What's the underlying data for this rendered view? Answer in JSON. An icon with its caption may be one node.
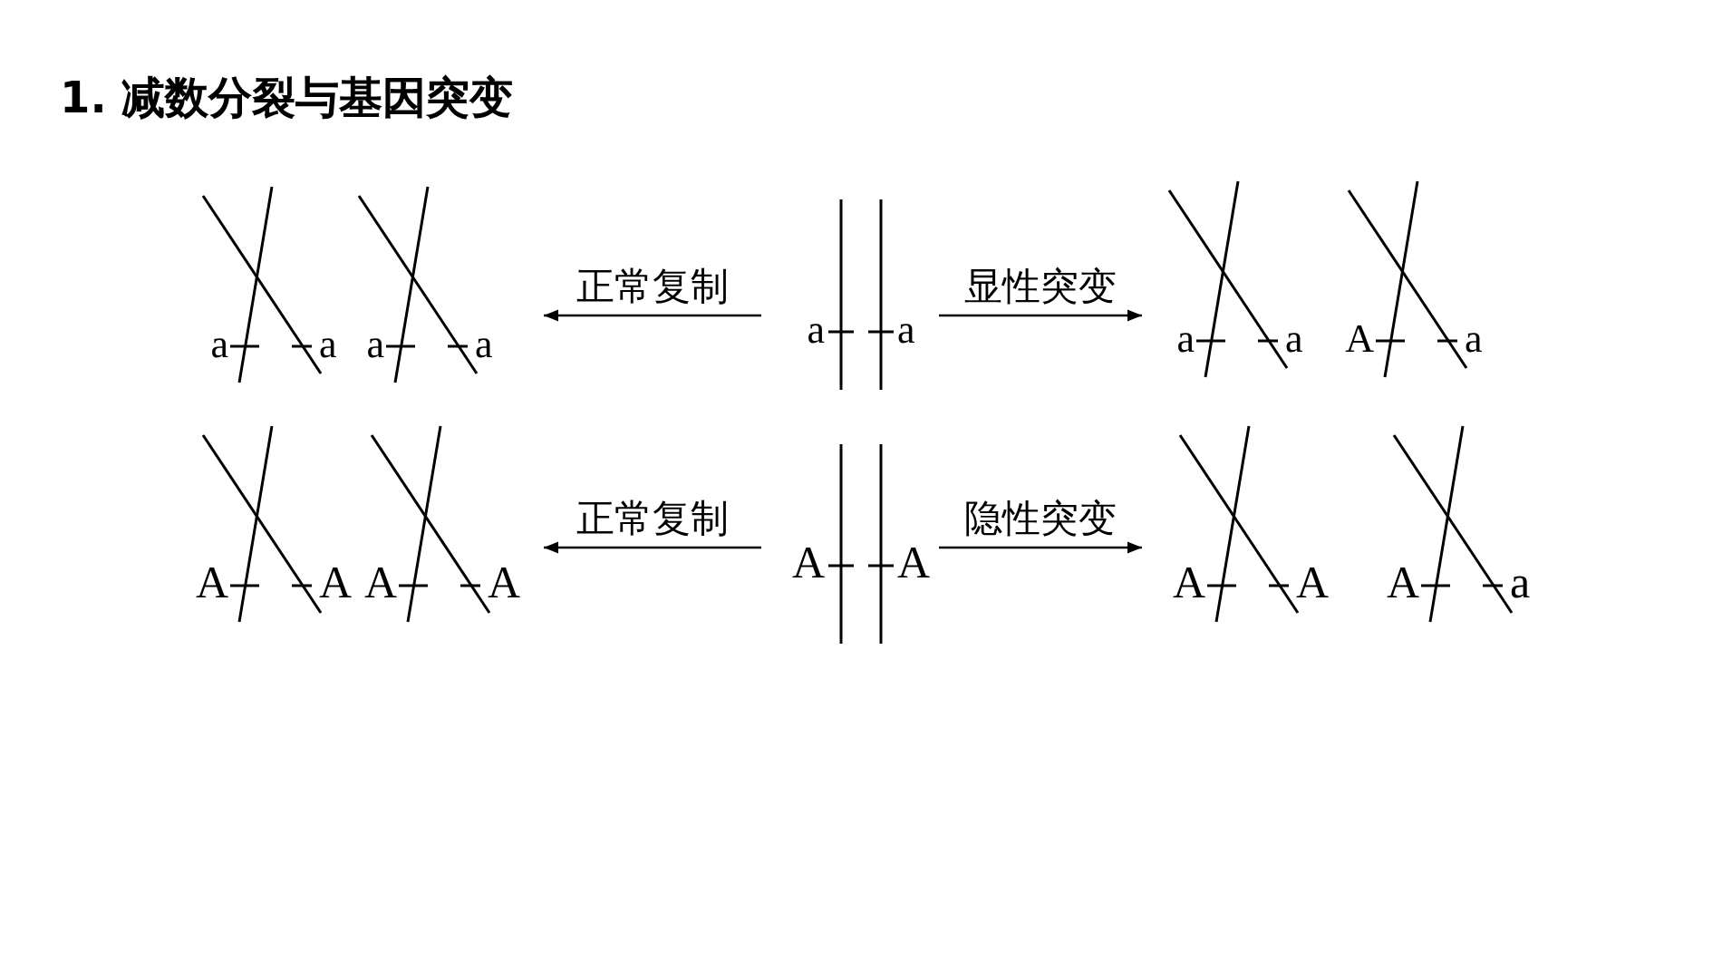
{
  "diagram": {
    "title": "1. 减数分裂与基因突变",
    "nodes": [
      {
        "text": [
          "a",
          "a",
          "a",
          "a"
        ]
      },
      {
        "text": [
          "a",
          "a"
        ]
      },
      {
        "text": [
          "a",
          "a",
          "A",
          "a"
        ]
      },
      {
        "text": [
          "A",
          "A",
          "A",
          "A"
        ]
      },
      {
        "text": [
          "A",
          "A"
        ]
      },
      {
        "text": [
          "A",
          "A",
          "A",
          "a"
        ]
      }
    ],
    "edges": [
      {
        "from": 1,
        "to": 0,
        "arrow": "to",
        "label": "正常复制"
      },
      {
        "from": 1,
        "to": 2,
        "arrow": "to",
        "label": "显性突变"
      },
      {
        "from": 4,
        "to": 3,
        "arrow": "to",
        "label": "正常复制"
      },
      {
        "from": 4,
        "to": 5,
        "arrow": "to",
        "label": "隐性突变"
      }
    ]
  }
}
